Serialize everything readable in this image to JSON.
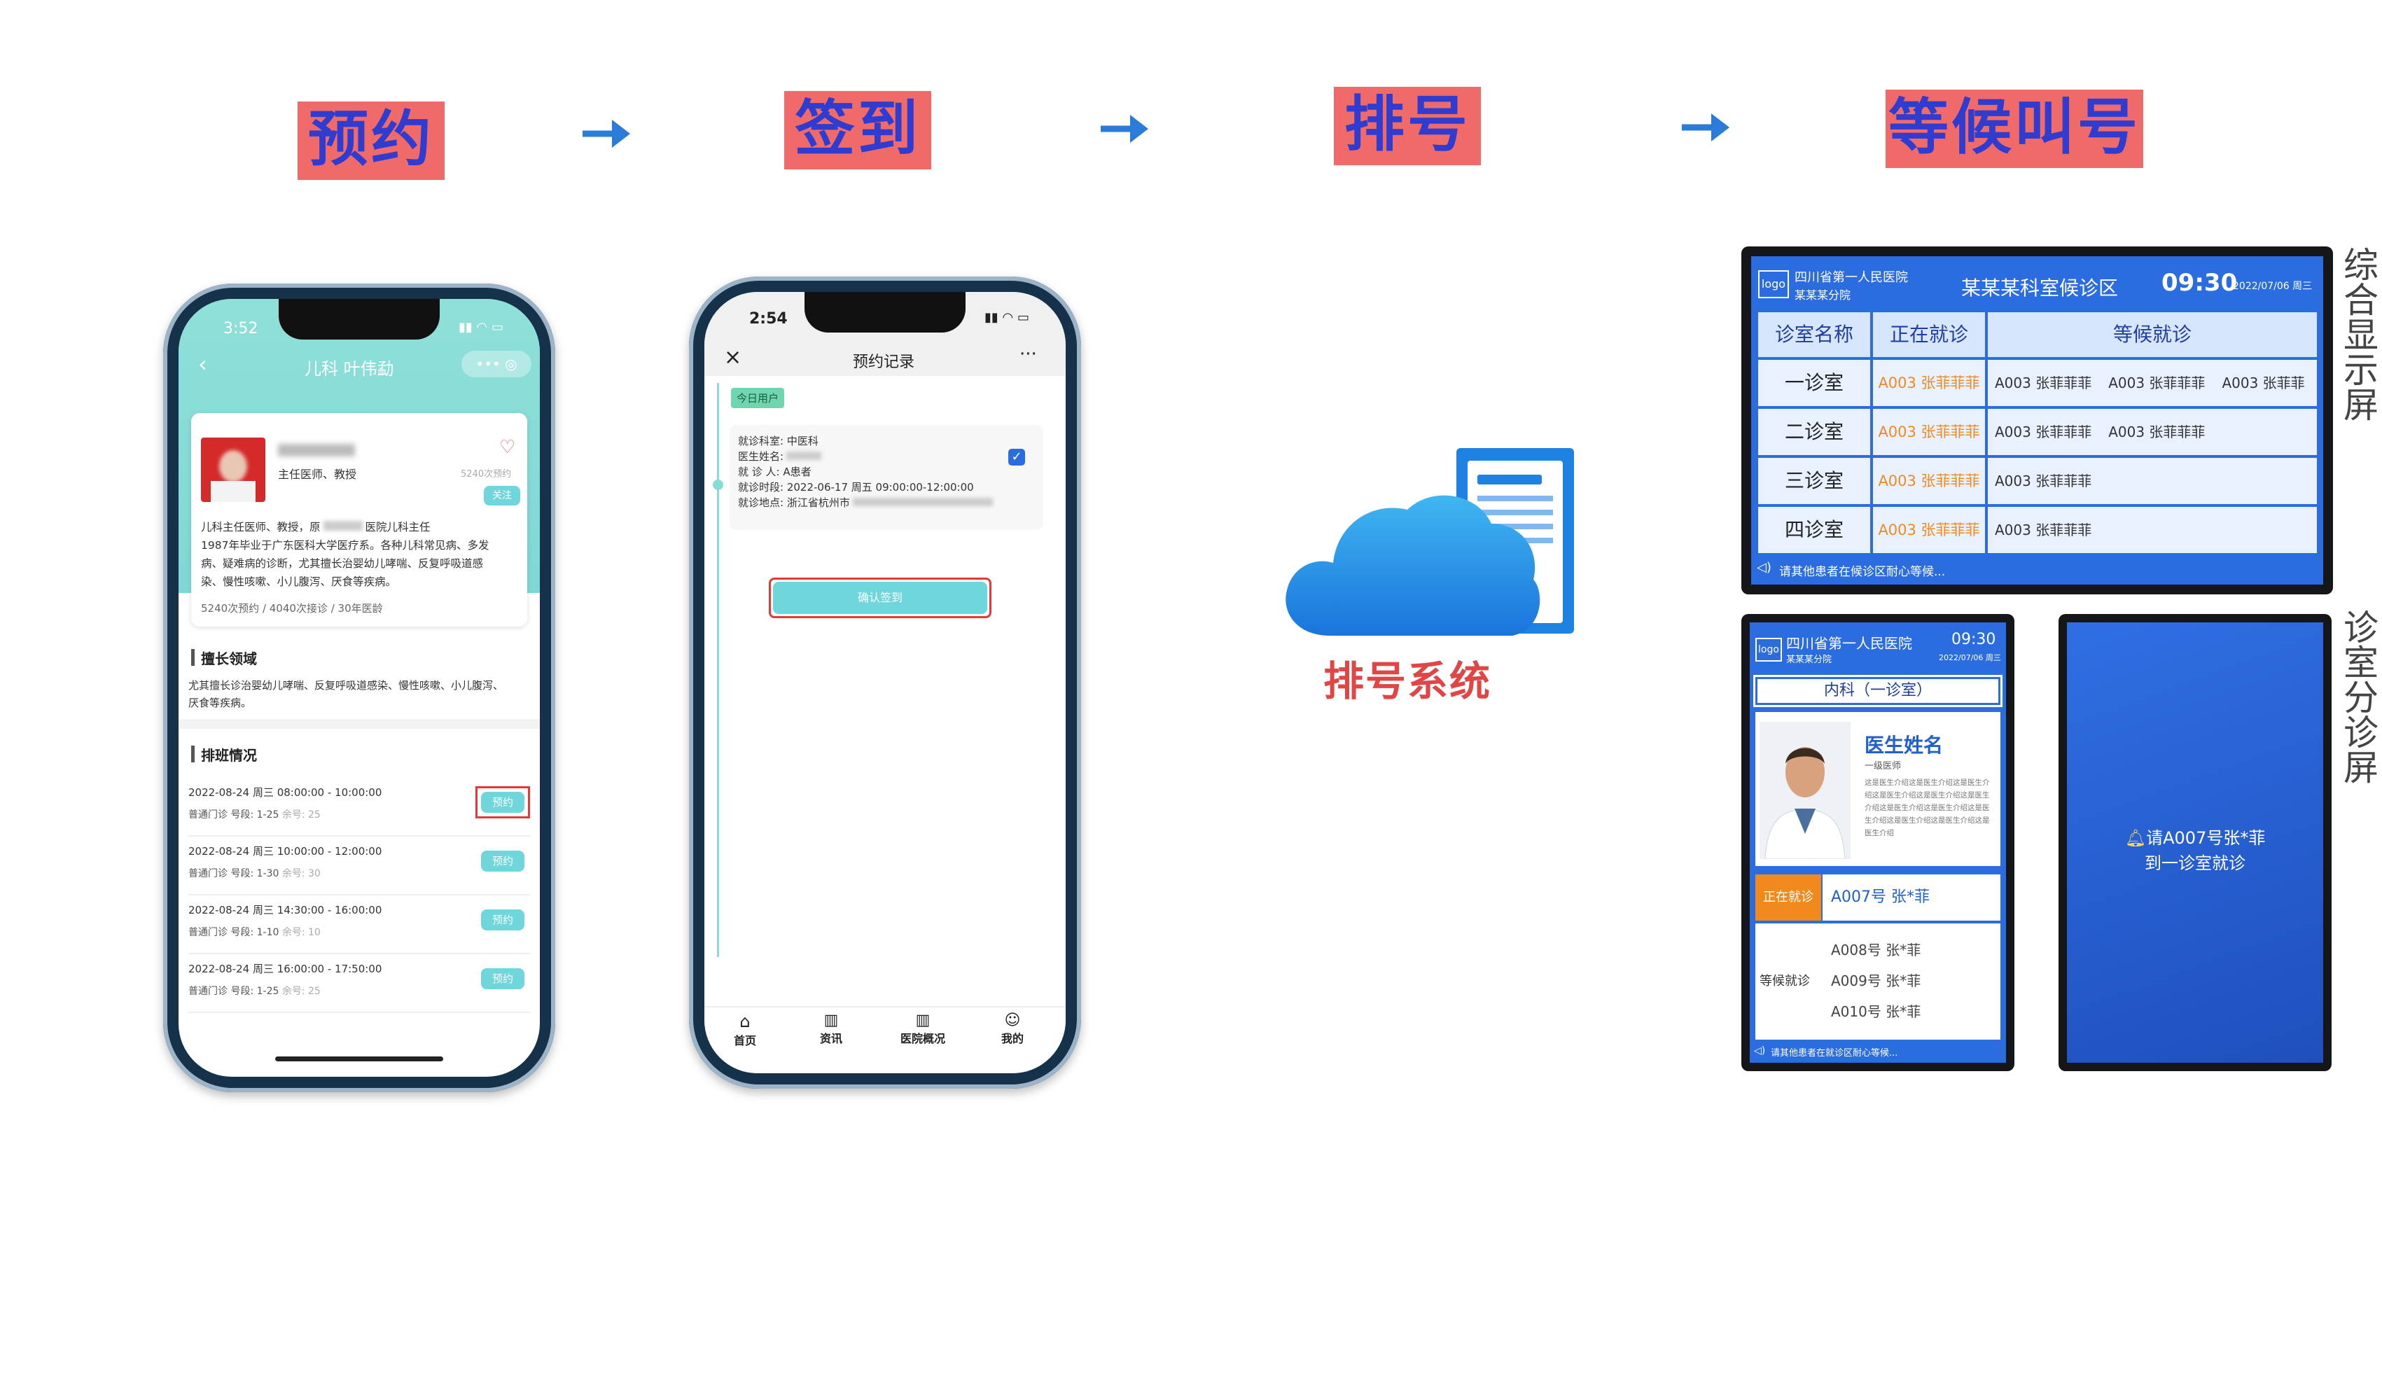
{
  "steps": [
    "预约",
    "签到",
    "排号",
    "等候叫号"
  ],
  "phone1": {
    "time": "3:52",
    "title": "儿科 叶伟勐",
    "doctor_title": "主任医师、教授",
    "likes": "5240次预约",
    "follow": "关注",
    "bio": [
      "儿科主任医师、教授，原",
      "医院儿科主任",
      "1987年毕业于广东医科大学医疗系。各种儿科常见病、多发",
      "病、疑难病的诊断，尤其擅长治婴幼儿哮喘、反复呼吸道感",
      "染、慢性咳嗽、小儿腹泻、厌食等疾病。"
    ],
    "stats": "5240次预约 / 4040次接诊 / 30年医龄",
    "specialty_title": "擅长领域",
    "specialty_text": [
      "尤其擅长诊治婴幼儿哮喘、反复呼吸道感染、慢性咳嗽、小儿腹泻、",
      "厌食等疾病。"
    ],
    "schedule_title": "排班情况",
    "schedule": [
      {
        "time": "2022-08-24  周三  08:00:00 - 10:00:00",
        "info": "普通门诊  号段: 1-25",
        "remain": "余号: 25",
        "btn": "预约"
      },
      {
        "time": "2022-08-24  周三  10:00:00 - 12:00:00",
        "info": "普通门诊  号段: 1-30",
        "remain": "余号: 30",
        "btn": "预约"
      },
      {
        "time": "2022-08-24  周三  14:30:00 - 16:00:00",
        "info": "普通门诊  号段: 1-10",
        "remain": "余号: 10",
        "btn": "预约"
      },
      {
        "time": "2022-08-24  周三  16:00:00 - 17:50:00",
        "info": "普通门诊  号段: 1-25",
        "remain": "余号: 25",
        "btn": "预约"
      }
    ]
  },
  "phone2": {
    "time": "2:54",
    "title": "预约记录",
    "tag": "今日用户",
    "record": [
      "就诊科室: 中医科",
      "医生姓名:",
      "就 诊 人: A患者",
      "就诊时段: 2022-06-17 周五 09:00:00-12:00:00",
      "就诊地点: 浙江省杭州市"
    ],
    "confirm": "确认签到",
    "tabs": [
      "首页",
      "资讯",
      "医院概况",
      "我的"
    ]
  },
  "queue_system": {
    "label": "排号系统"
  },
  "big_screen": {
    "logo": "logo",
    "hospital": "四川省第一人民医院",
    "branch": "某某某分院",
    "area": "某某某科室候诊区",
    "clock": "09:30",
    "date": "2022/07/06 周三",
    "headers": [
      "诊室名称",
      "正在就诊",
      "等候就诊"
    ],
    "rows": [
      {
        "room": "一诊室",
        "now": "A003 张菲菲菲",
        "wait": [
          "A003 张菲菲菲",
          "A003 张菲菲菲",
          "A003 张菲菲菲"
        ]
      },
      {
        "room": "二诊室",
        "now": "A003 张菲菲菲",
        "wait": [
          "A003 张菲菲菲",
          "A003 张菲菲菲"
        ]
      },
      {
        "room": "三诊室",
        "now": "A003 张菲菲菲",
        "wait": [
          "A003 张菲菲菲"
        ]
      },
      {
        "room": "四诊室",
        "now": "A003 张菲菲菲",
        "wait": [
          "A003 张菲菲菲"
        ]
      }
    ],
    "notice": "请其他患者在候诊区耐心等候...",
    "side_label": "综合显示屏"
  },
  "room_screen": {
    "logo": "logo",
    "hospital": "四川省第一人民医院",
    "branch": "某某某分院",
    "clock": "09:30",
    "date": "2022/07/06 周三",
    "dept": "内科（一诊室）",
    "doctor_name": "医生姓名",
    "doctor_level": "一级医师",
    "doctor_intro": "这是医生介绍这是医生介绍这是医生介绍这是医生介绍这是医生介绍这是医生介绍这是医生介绍这是医生介绍这是医生介绍这是医生介绍这是医生介绍这是医生介绍",
    "now_label": "正在就诊",
    "now_value": "A007号  张*菲",
    "wait_label": "等候就诊",
    "wait": [
      "A008号  张*菲",
      "A009号  张*菲",
      "A010号  张*菲"
    ],
    "notice": "请其他患者在就诊区耐心等候...",
    "call_line1": "请A007号张*菲",
    "call_line2": "到一诊室就诊",
    "side_label": "诊室分诊屏"
  },
  "colors": {
    "step_bg": "#f06a6a",
    "step_text": "#2f3ccf",
    "arrow": "#2b7bd9",
    "screen_blue": "#2b6de0",
    "orange": "#f08a1c"
  }
}
